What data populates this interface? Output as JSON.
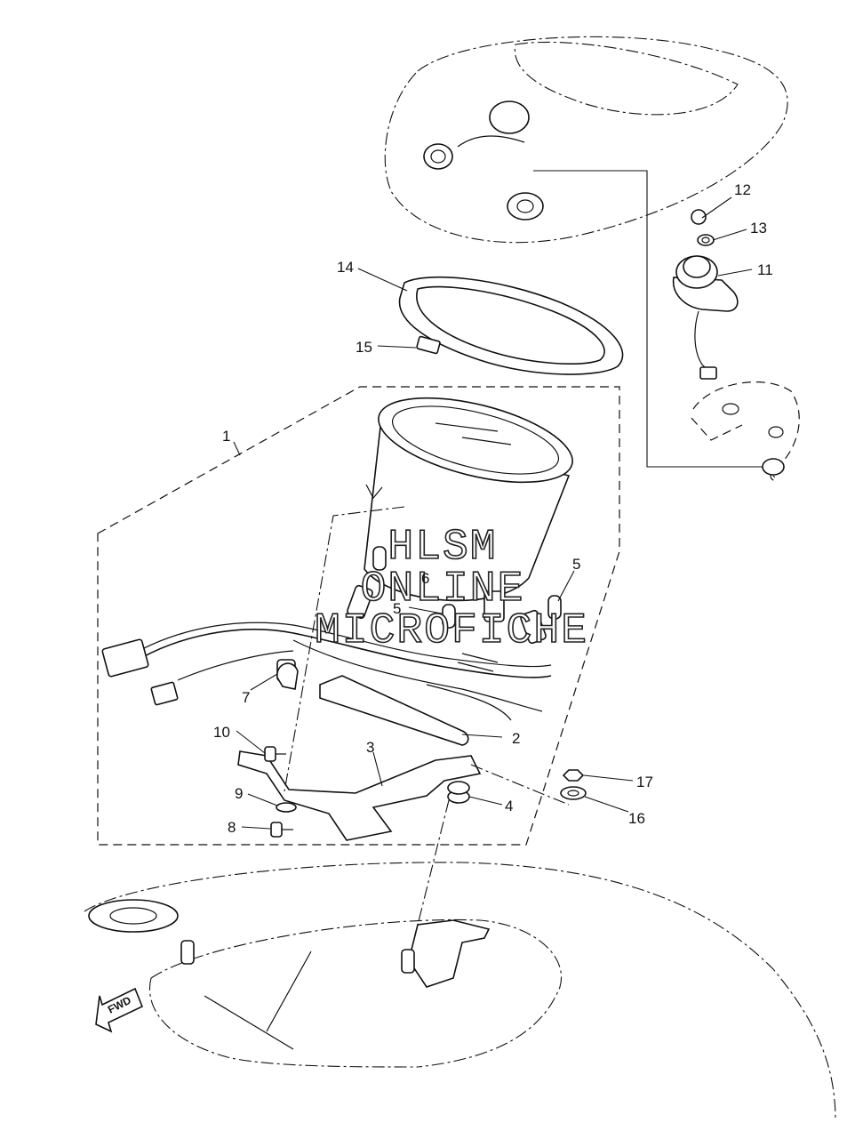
{
  "callouts": [
    {
      "id": "c1",
      "label": "1"
    },
    {
      "id": "c2",
      "label": "2"
    },
    {
      "id": "c3",
      "label": "3"
    },
    {
      "id": "c4",
      "label": "4"
    },
    {
      "id": "c5a",
      "label": "5"
    },
    {
      "id": "c5b",
      "label": "5"
    },
    {
      "id": "c6",
      "label": "6"
    },
    {
      "id": "c7",
      "label": "7"
    },
    {
      "id": "c8",
      "label": "8"
    },
    {
      "id": "c9",
      "label": "9"
    },
    {
      "id": "c10",
      "label": "10"
    },
    {
      "id": "c11",
      "label": "11"
    },
    {
      "id": "c12",
      "label": "12"
    },
    {
      "id": "c13",
      "label": "13"
    },
    {
      "id": "c14",
      "label": "14"
    },
    {
      "id": "c15",
      "label": "15"
    },
    {
      "id": "c16",
      "label": "16"
    },
    {
      "id": "c17",
      "label": "17"
    }
  ],
  "watermark": {
    "line1": "HLSM",
    "line2": "ONLINE",
    "line3": "MICROFICHE"
  },
  "direction_marker": "FWD"
}
